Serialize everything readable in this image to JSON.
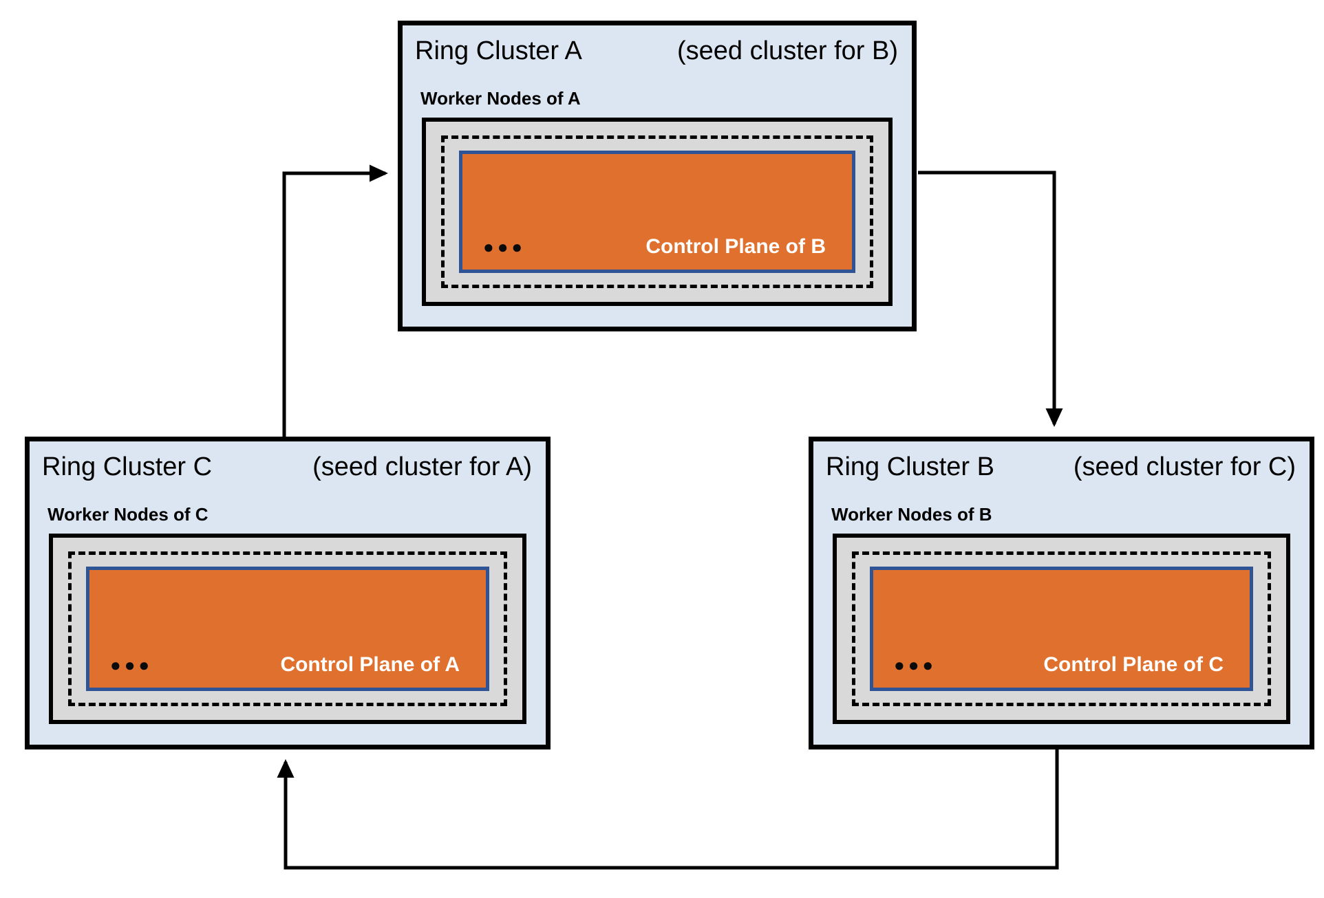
{
  "diagram": {
    "type": "cluster-ring-topology",
    "clusters": [
      {
        "id": "A",
        "title": "Ring Cluster A",
        "subtitle": "(seed cluster for B)",
        "worker_label": "Worker Nodes of A",
        "dots": "●●●",
        "control_plane_label": "Control Plane of B"
      },
      {
        "id": "C",
        "title": "Ring Cluster C",
        "subtitle": "(seed cluster for A)",
        "worker_label": "Worker Nodes of C",
        "dots": "●●●",
        "control_plane_label": "Control Plane of A"
      },
      {
        "id": "B",
        "title": "Ring Cluster B",
        "subtitle": "(seed cluster for C)",
        "worker_label": "Worker Nodes of B",
        "dots": "●●●",
        "control_plane_label": "Control Plane of C"
      }
    ],
    "edges": [
      {
        "from": "C",
        "to": "A"
      },
      {
        "from": "A",
        "to": "B"
      },
      {
        "from": "B",
        "to": "C"
      }
    ],
    "colors": {
      "cluster-fill": "#dbe6f2",
      "worker-fill": "#d9d9d9",
      "control-fill": "#e0702d",
      "control-border": "#2f5496",
      "line": "#000000",
      "text": "#000000",
      "control-text": "#ffffff"
    }
  }
}
